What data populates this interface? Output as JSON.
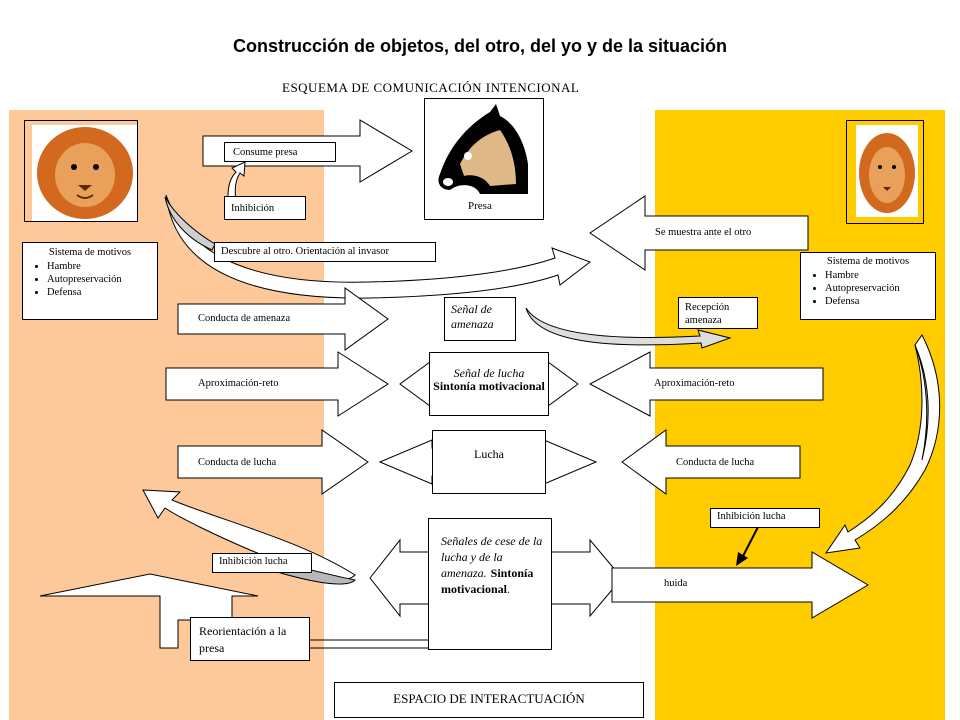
{
  "title": "Construcción de objetos, del otro, del yo y de la situación",
  "subtitle": "ESQUEMA DE COMUNICACIÓN INTENCIONAL",
  "colors": {
    "left_panel": "#FDC99A",
    "right_panel": "#FFCC00",
    "arrow_gray": "#D8D8D8"
  },
  "left": {
    "icon": "lion-icon",
    "motivos_title": "Sistema de motivos",
    "motivos": [
      "Hambre",
      "Autopreservación",
      "Defensa"
    ],
    "consume_presa": "Consume presa",
    "inhibicion": "Inhibición",
    "descubre": "Descubre al otro. Orientación al invasor",
    "conducta_amenaza": "Conducta de amenaza",
    "aproximacion": "Aproximación-reto",
    "conducta_lucha": "Conducta de lucha",
    "inhibicion_lucha": "Inhibición lucha",
    "reorientacion": "Reorientación a la presa"
  },
  "center": {
    "presa_icon": "horse-head-icon",
    "presa_label": "Presa",
    "senal_amenaza": "Señal de amenaza",
    "senal_lucha_italic": "Señal de lucha",
    "senal_lucha_bold": "Sintonía motivacional",
    "lucha": "Lucha",
    "cese_italic": "Señales de cese de la lucha y de la amenaza.",
    "cese_bold": "Sintonía motivacional",
    "cese_end": ".",
    "espacio": "ESPACIO DE INTERACTUACIÓN"
  },
  "right": {
    "icon": "lion-icon",
    "se_muestra": "Se muestra ante el otro",
    "motivos_title": "Sistema de motivos",
    "motivos": [
      "Hambre",
      "Autopreservación",
      "Defensa"
    ],
    "recepcion": "Recepción amenaza",
    "aproximacion": "Aproximación-reto",
    "conducta_lucha": "Conducta de lucha",
    "inhibicion_lucha": "Inhibición lucha",
    "huida": "huida"
  }
}
